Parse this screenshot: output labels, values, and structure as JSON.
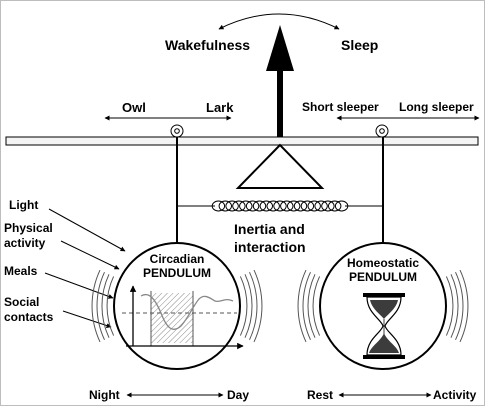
{
  "top": {
    "left_label": "Wakefulness",
    "right_label": "Sleep"
  },
  "chronotype": {
    "left_label": "Owl",
    "right_label": "Lark"
  },
  "sleeper": {
    "left_label": "Short sleeper",
    "right_label": "Long sleeper"
  },
  "spring": {
    "label_line1": "Inertia and",
    "label_line2": "interaction"
  },
  "inputs": {
    "items": [
      {
        "line1": "Light",
        "line2": ""
      },
      {
        "line1": "Physical",
        "line2": "activity"
      },
      {
        "line1": "Meals",
        "line2": ""
      },
      {
        "line1": "Social",
        "line2": "contacts"
      }
    ]
  },
  "circadian": {
    "title_line1": "Circadian",
    "title_line2": "PENDULUM",
    "left_axis": "Night",
    "right_axis": "Day"
  },
  "homeostatic": {
    "title_line1": "Homeostatic",
    "title_line2": "PENDULUM",
    "left_axis": "Rest",
    "right_axis": "Activity"
  },
  "colors": {
    "ink": "#000000",
    "bar_fill": "#f4f4f4",
    "sand": "#3c3c3c",
    "hatch": "#8a8a8a"
  }
}
